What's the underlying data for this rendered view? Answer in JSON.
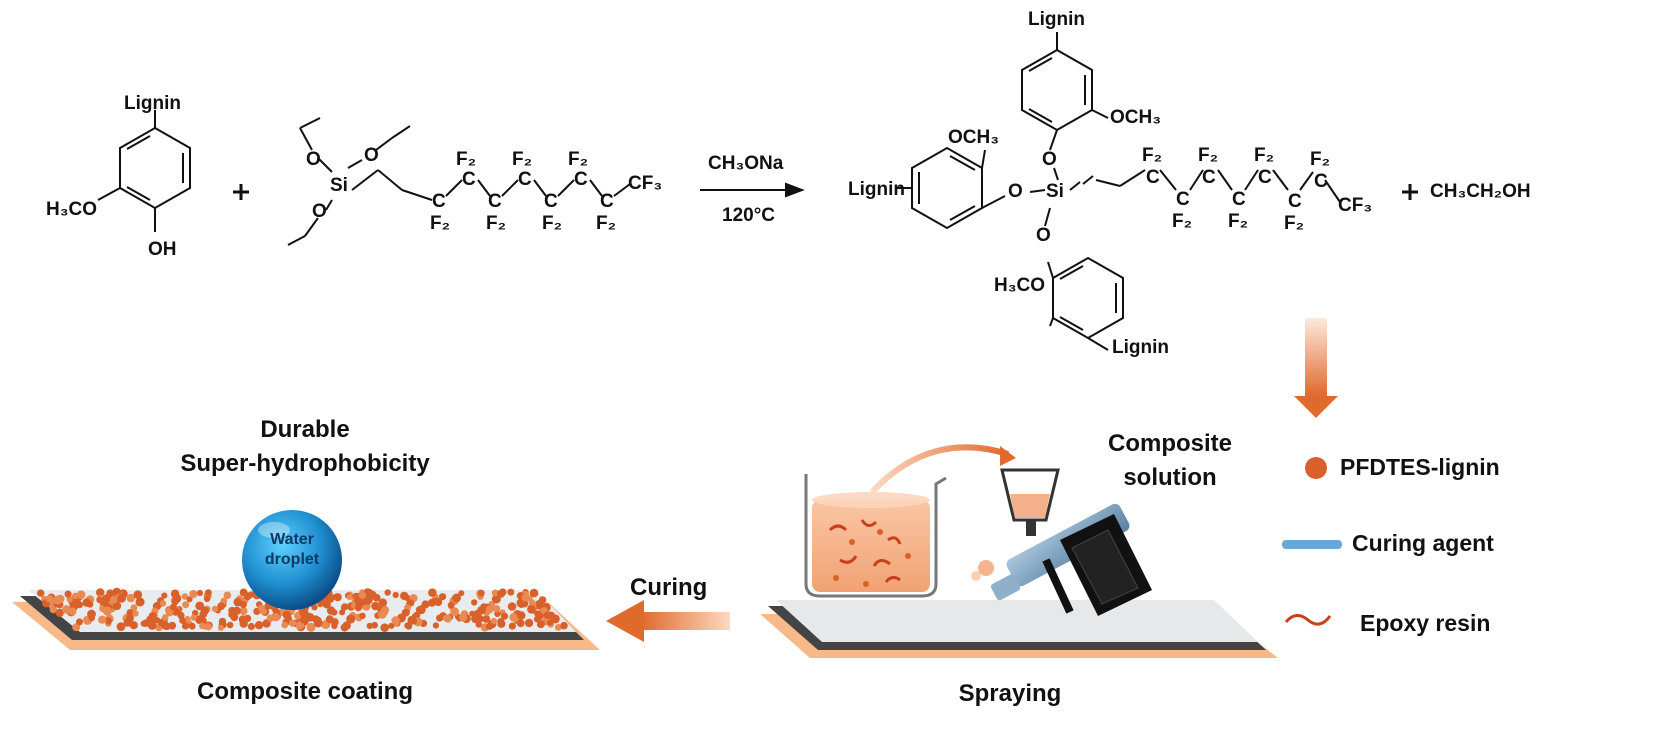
{
  "reaction": {
    "reactant_lignin": {
      "top": "Lignin",
      "left_methoxy": "H₃CO",
      "bottom": "OH"
    },
    "plus": "+",
    "silane": {
      "si": "Si",
      "o": "O",
      "cf2": "F₂",
      "cf": "C",
      "end": "CF₃"
    },
    "conditions": {
      "reagent": "CH₃ONa",
      "temperature": "120°C"
    },
    "product": {
      "lignin": "Lignin",
      "methoxy": "OCH₃",
      "methoxy_left": "H₃CO",
      "o": "O",
      "si": "Si",
      "f2": "F₂",
      "c": "C",
      "end": "CF₃"
    },
    "byproduct": "CH₃CH₂OH"
  },
  "process": {
    "durable_line1": "Durable",
    "durable_line2": "Super-hydrophobicity",
    "droplet_line1": "Water",
    "droplet_line2": "droplet",
    "curing": "Curing",
    "composite_coating": "Composite coating",
    "composite_solution_line1": "Composite",
    "composite_solution_line2": "solution",
    "spraying": "Spraying"
  },
  "legend": {
    "items": [
      {
        "label": "PFDTES-lignin",
        "color": "#d9602a",
        "icon": "orange-dot"
      },
      {
        "label": "Curing agent",
        "color": "#6aa6d6",
        "icon": "blue-rod"
      },
      {
        "label": "Epoxy resin",
        "color": "#c8401a",
        "icon": "red-wave"
      }
    ]
  },
  "colors": {
    "orange": "#e0692c",
    "arrow_orange_light": "#fbe0cc",
    "plate_edge": "#f7b98a",
    "blue_droplet": "#1f8fd0"
  }
}
